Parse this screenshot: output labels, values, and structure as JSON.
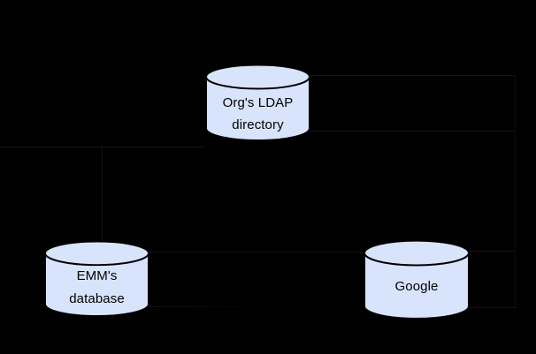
{
  "colors": {
    "background": "#000000",
    "node_fill": "#d8e4fb",
    "node_stroke": "#000000",
    "label_text": "#000000",
    "connector_line": "#151515"
  },
  "diagram": {
    "nodes": [
      {
        "id": "orgs-ldap-directory",
        "shape": "database-cylinder",
        "label_lines": [
          "Org's LDAP",
          "directory"
        ]
      },
      {
        "id": "emms-database",
        "shape": "database-cylinder",
        "label_lines": [
          "EMM's",
          "database"
        ]
      },
      {
        "id": "google",
        "shape": "database-cylinder",
        "label_lines": [
          "Google"
        ]
      }
    ]
  }
}
